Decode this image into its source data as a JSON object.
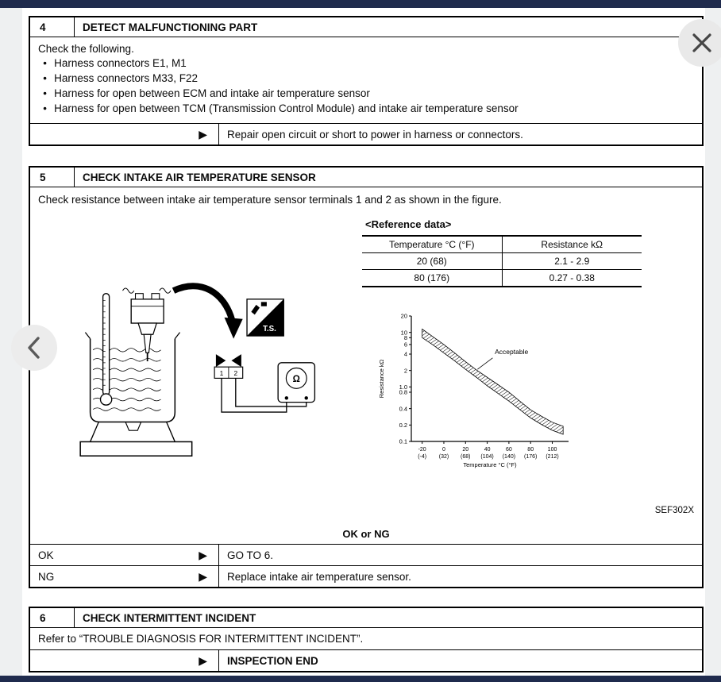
{
  "colors": {
    "frame_bar": "#1f2b4d",
    "paper": "#ffffff",
    "border": "#000000"
  },
  "icons": {
    "arrow": "▶",
    "bullet": "●",
    "close": "✕",
    "chevron_left": "‹"
  },
  "step4": {
    "number": "4",
    "title": "DETECT MALFUNCTIONING PART",
    "intro": "Check the following.",
    "bullets": [
      "Harness connectors E1, M1",
      "Harness connectors M33, F22",
      "Harness for open between ECM and intake air temperature sensor",
      "Harness for open between TCM (Transmission Control Module) and intake air temperature sensor"
    ],
    "action": "Repair open circuit or short to power in harness or connectors."
  },
  "step5": {
    "number": "5",
    "title": "CHECK INTAKE AIR TEMPERATURE SENSOR",
    "intro": "Check resistance between intake air temperature sensor terminals 1 and 2 as shown in the figure.",
    "reference": {
      "title": "<Reference data>",
      "columns": [
        "Temperature °C (°F)",
        "Resistance kΩ"
      ],
      "rows": [
        [
          "20 (68)",
          "2.1 - 2.9"
        ],
        [
          "80 (176)",
          "0.27 - 0.38"
        ]
      ]
    },
    "figure": {
      "ts_label": "T.S.",
      "terminal_1": "1",
      "terminal_2": "2",
      "ohm_symbol": "Ω",
      "code": "SEF302X"
    },
    "ok_ng_label": "OK or NG",
    "results": [
      {
        "label": "OK",
        "action": "GO TO 6."
      },
      {
        "label": "NG",
        "action": "Replace intake air temperature sensor."
      }
    ]
  },
  "step6": {
    "number": "6",
    "title": "CHECK INTERMITTENT INCIDENT",
    "intro": "Refer to “TROUBLE DIAGNOSIS FOR INTERMITTENT INCIDENT”.",
    "action": "INSPECTION END"
  },
  "chart_data": {
    "type": "area",
    "title": "",
    "xlabel": "Temperature °C (°F)",
    "ylabel": "Resistance kΩ",
    "x_scale": "linear",
    "y_scale": "log",
    "xlim": [
      -30,
      115
    ],
    "ylim": [
      0.1,
      20
    ],
    "grid": false,
    "x_ticks": [
      {
        "v": -20,
        "c": "-20",
        "f": "(-4)"
      },
      {
        "v": 0,
        "c": "0",
        "f": "(32)"
      },
      {
        "v": 20,
        "c": "20",
        "f": "(68)"
      },
      {
        "v": 40,
        "c": "40",
        "f": "(104)"
      },
      {
        "v": 60,
        "c": "60",
        "f": "(140)"
      },
      {
        "v": 80,
        "c": "80",
        "f": "(176)"
      },
      {
        "v": 100,
        "c": "100",
        "f": "(212)"
      }
    ],
    "y_ticks": [
      {
        "v": 20,
        "label": "20"
      },
      {
        "v": 10,
        "label": "10"
      },
      {
        "v": 8,
        "label": "8"
      },
      {
        "v": 6,
        "label": "6"
      },
      {
        "v": 4,
        "label": "4"
      },
      {
        "v": 2,
        "label": "2"
      },
      {
        "v": 1,
        "label": "1.0"
      },
      {
        "v": 0.8,
        "label": "0.8"
      },
      {
        "v": 0.4,
        "label": "0.4"
      },
      {
        "v": 0.2,
        "label": "0.2"
      },
      {
        "v": 0.1,
        "label": "0.1"
      }
    ],
    "annotation": {
      "text": "Acceptable",
      "text_at": [
        47,
        4.0
      ],
      "line_from": [
        45,
        3.4
      ],
      "line_to": [
        31,
        2.1
      ]
    },
    "band": {
      "name": "Acceptable range",
      "x": [
        -20,
        -10,
        0,
        10,
        20,
        30,
        40,
        50,
        60,
        70,
        80,
        90,
        100,
        110
      ],
      "upper": [
        11.5,
        8.3,
        6.0,
        4.2,
        2.9,
        2.05,
        1.5,
        1.1,
        0.8,
        0.55,
        0.38,
        0.29,
        0.225,
        0.19
      ],
      "lower": [
        8.0,
        5.9,
        4.2,
        3.0,
        2.1,
        1.5,
        1.05,
        0.76,
        0.55,
        0.385,
        0.27,
        0.205,
        0.16,
        0.135
      ]
    }
  }
}
